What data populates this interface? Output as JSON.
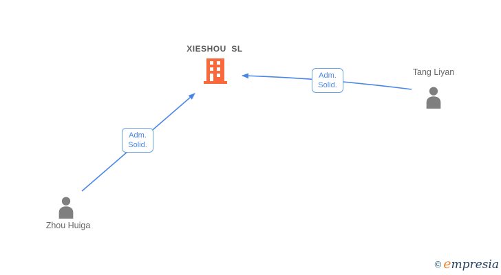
{
  "diagram": {
    "company": {
      "name": "XIESHOU  SL"
    },
    "persons": [
      {
        "name": "Zhou Huiga"
      },
      {
        "name": "Tang Liyan"
      }
    ],
    "edges": [
      {
        "from": "Zhou Huiga",
        "to": "XIESHOU SL",
        "label_line1": "Adm.",
        "label_line2": "Solid."
      },
      {
        "from": "Tang Liyan",
        "to": "XIESHOU SL",
        "label_line1": "Adm.",
        "label_line2": "Solid."
      }
    ]
  },
  "footer": {
    "copyright_symbol": "©",
    "brand_first_letter": "e",
    "brand_rest": "mpresia"
  },
  "colors": {
    "edge": "#4a86e8",
    "box-border": "#6aa3e2",
    "box-text": "#4a86e8",
    "building": "#fa693c",
    "person": "#7f7f7f",
    "name-text": "#666666",
    "title-text": "#595959",
    "logo-navy": "#24425f",
    "logo-teal": "#1c567a",
    "logo-orange": "#ef8531"
  }
}
